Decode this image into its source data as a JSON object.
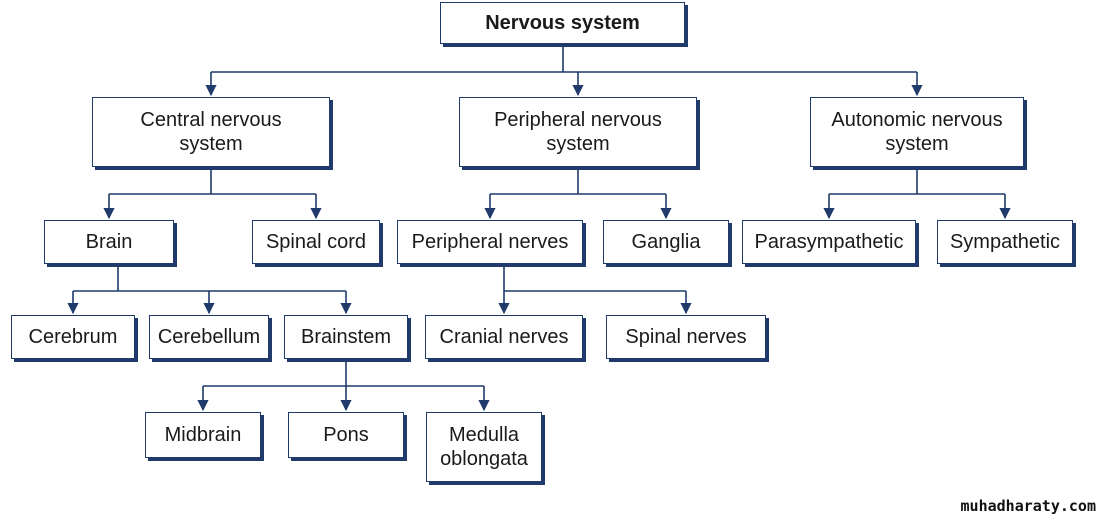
{
  "nodes": {
    "nervous_system": "Nervous system",
    "cns": "Central nervous\nsystem",
    "pns": "Peripheral nervous\nsystem",
    "ans": "Autonomic nervous\nsystem",
    "brain": "Brain",
    "spinal_cord": "Spinal cord",
    "peripheral_nerves": "Peripheral nerves",
    "ganglia": "Ganglia",
    "parasympathetic": "Parasympathetic",
    "sympathetic": "Sympathetic",
    "cerebrum": "Cerebrum",
    "cerebellum": "Cerebellum",
    "brainstem": "Brainstem",
    "cranial_nerves": "Cranial nerves",
    "spinal_nerves": "Spinal nerves",
    "midbrain": "Midbrain",
    "pons": "Pons",
    "medulla": "Medulla\noblongata"
  },
  "watermark": "muhadharaty.com",
  "colors": {
    "line": "#1f3a6b",
    "border": "#1f3a6b",
    "shadow": "#1f3a6b",
    "text": "#1a1a1a"
  }
}
